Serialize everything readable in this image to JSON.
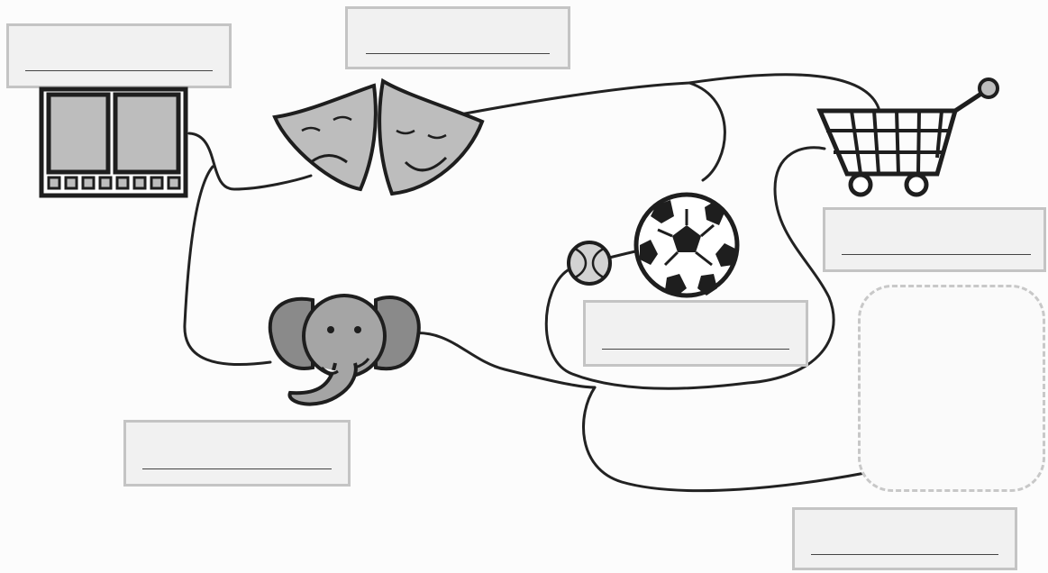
{
  "worksheet": {
    "kind": "mind-map with blank writing boxes",
    "colors": {
      "line": "#222222",
      "box_border": "#c4c4c4",
      "box_fill": "#f1f1f1",
      "icon_fill": "#bdbdbd",
      "icon_stroke": "#1e1e1e"
    },
    "icons": [
      "film-strip-icon",
      "theater-masks-icon",
      "shopping-cart-icon",
      "elephant-icon",
      "tennis-ball-icon",
      "soccer-ball-icon"
    ],
    "answer_boxes": [
      {
        "name": "answer-box-film",
        "text": ""
      },
      {
        "name": "answer-box-theater",
        "text": ""
      },
      {
        "name": "answer-box-shopping",
        "text": ""
      },
      {
        "name": "answer-box-elephant",
        "text": ""
      },
      {
        "name": "answer-box-sports",
        "text": ""
      },
      {
        "name": "answer-box-bottom-right",
        "text": ""
      }
    ],
    "blank_panel": {
      "name": "blank-rounded-panel",
      "text": ""
    }
  }
}
